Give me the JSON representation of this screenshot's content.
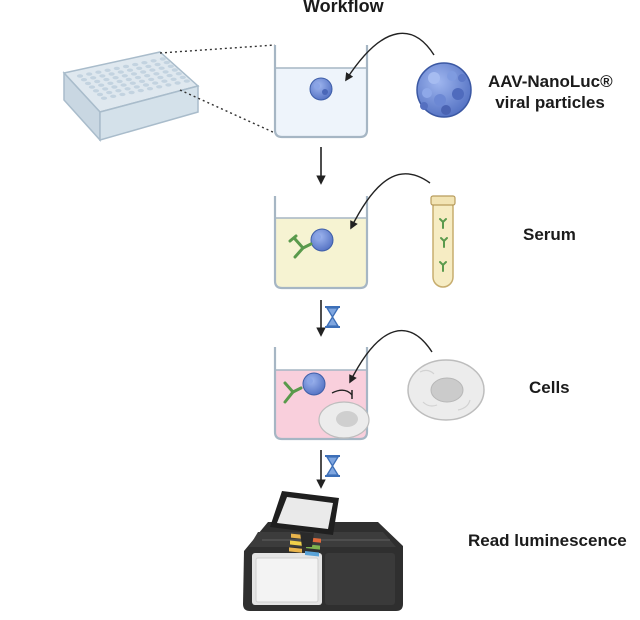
{
  "title": "Workflow",
  "steps": [
    {
      "id": "viral-particles",
      "label_line1": "AAV-NanoLuc®",
      "label_line2": "viral particles"
    },
    {
      "id": "serum",
      "label": "Serum"
    },
    {
      "id": "cells",
      "label": "Cells"
    },
    {
      "id": "read",
      "label": "Read luminescence"
    }
  ],
  "icons": [
    "well-plate-icon",
    "viral-particle-icon",
    "serum-tube-icon",
    "antibody-icon",
    "cell-icon",
    "hourglass-icon",
    "luminometer-icon"
  ],
  "colors": {
    "beaker_water": "#eef4fb",
    "beaker_serum": "#f6f3d2",
    "beaker_cells": "#f9cfdc",
    "virus": "#6f8fd8",
    "antibody": "#5a9a4c",
    "hourglass": "#3d6fb8",
    "reader_body": "#2f2f2f"
  }
}
